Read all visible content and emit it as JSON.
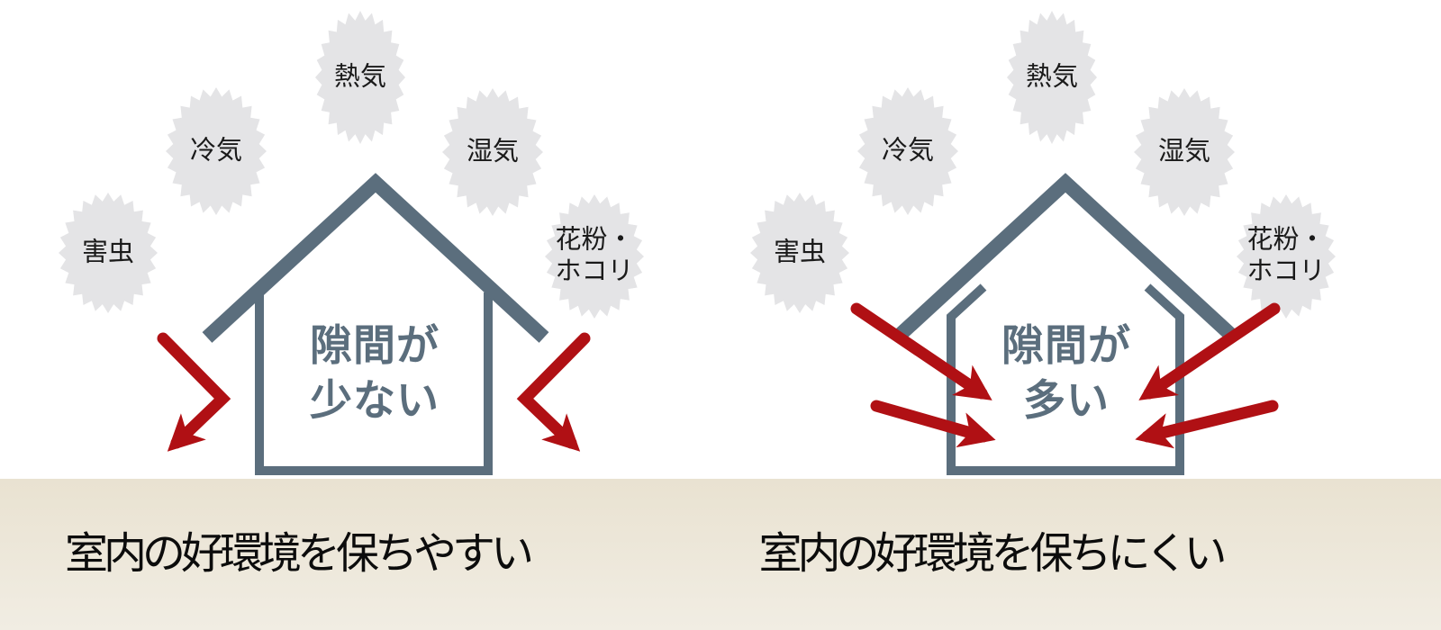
{
  "panels": [
    {
      "name": "airtight-house",
      "house_label": "隙間が\n少ない",
      "caption": "室内の好環境を保ちやすい",
      "bursts": [
        {
          "label": "熱気"
        },
        {
          "label": "冷気"
        },
        {
          "label": "湿気"
        },
        {
          "label": "害虫"
        },
        {
          "label": "花粉・\nホコリ"
        }
      ]
    },
    {
      "name": "leaky-house",
      "house_label": "隙間が\n多い",
      "caption": "室内の好環境を保ちにくい",
      "bursts": [
        {
          "label": "熱気"
        },
        {
          "label": "冷気"
        },
        {
          "label": "湿気"
        },
        {
          "label": "害虫"
        },
        {
          "label": "花粉・\nホコリ"
        }
      ]
    }
  ],
  "colors": {
    "house_outline": "#5b6e7d",
    "arrow": "#b01014",
    "burst_fill": "#e4e4e6",
    "burst_text": "#1a1a1a",
    "caption_text": "#0c0c0c",
    "ground_band_top": "#e9e2d1",
    "ground_band_bottom": "#f1ede3",
    "background": "#ffffff"
  }
}
